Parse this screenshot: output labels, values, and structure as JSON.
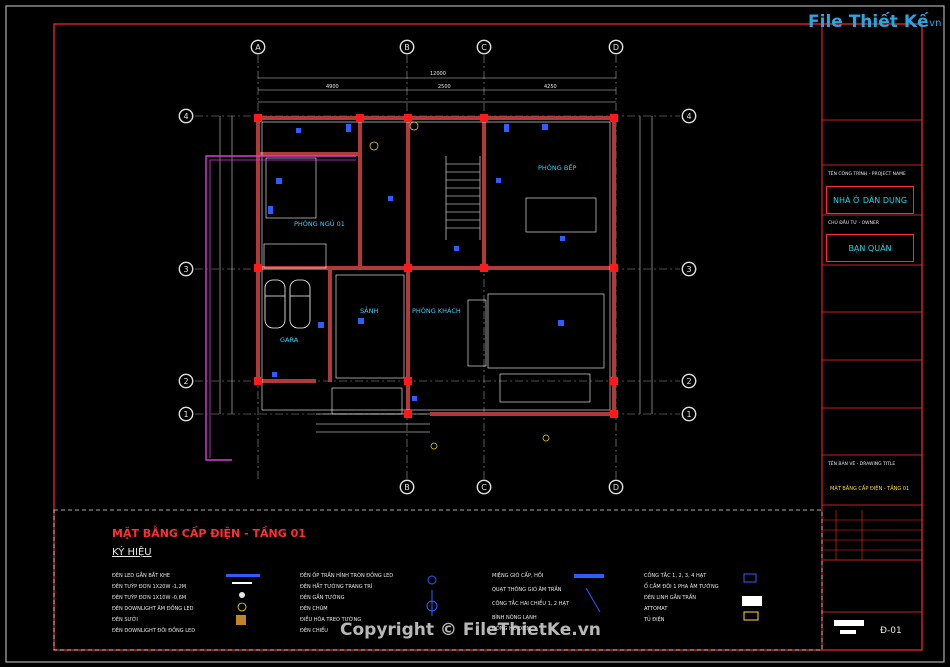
{
  "watermark": {
    "brand": "File Thiết Kế",
    "domain": ".vn"
  },
  "copyright": "Copyright © FileThietKe.vn",
  "drawing": {
    "title": "MẶT BẰNG CẤP ĐIỆN - TẦNG 01",
    "legend_heading": "KÝ HIỆU",
    "grid_letters": [
      "A",
      "B",
      "C",
      "D"
    ],
    "grid_numbers": [
      "4",
      "3",
      "2",
      "1"
    ],
    "rooms": {
      "bedroom": "PHÒNG NGỦ 01",
      "kitchen": "PHÒNG BẾP",
      "hall": "SẢNH",
      "living": "PHÒNG KHÁCH",
      "garage": "GARA"
    },
    "dims_top": [
      "12000",
      "4900",
      "2500",
      "4250"
    ],
    "legend_col1": [
      "ĐÈN LED GẮN BẮT KHE",
      "ĐÈN TUÝP ĐƠN 1X20W -1,2M",
      "ĐÈN TUÝP ĐƠN 1X10W -0,6M",
      "ĐÈN DOWNLIGHT ÂM ĐỒNG LED",
      "ĐÈN SƯỞI",
      "ĐÈN DOWNLIGHT ĐÔI ĐỒNG LED"
    ],
    "legend_col2": [
      "ĐÈN ỐP TRẦN HÌNH TRÒN ĐỒNG LED",
      "ĐÈN HẮT TƯỜNG TRANG TRÍ",
      "ĐÈN GẮN TƯỜNG",
      "ĐÈN CHÙM",
      "ĐIỀU HÒA TREO TƯỜNG",
      "ĐÈN CHIẾU"
    ],
    "legend_col3": [
      "MIỆNG GIÓ CẤP, HỒI",
      "QUẠT THÔNG GIÓ ÂM TRẦN",
      "CÔNG TẮC HAI CHIỀU 1, 2 HẠT",
      "BÌNH NÓNG LẠNH",
      "ĐỒNG HỒ ĐIỆN"
    ],
    "legend_col4": [
      "CÔNG TẮC 1, 2, 3, 4 HẠT",
      "Ổ CẮM ĐÔI 1 PHA ÂM TƯỜNG",
      "ĐÈN LINH GẮN TRẦN",
      "ATTOMAT",
      "TỦ ĐIỆN"
    ]
  },
  "title_block": {
    "project_label": "TÊN CÔNG TRÌNH - PROJECT NAME",
    "project_name": "NHÀ Ở DÂN DỤNG",
    "owner_label": "CHỦ ĐẦU TƯ - OWNER",
    "owner_name": "BẠN QUÂN",
    "drawing_label": "TÊN BẢN VẼ - DRAWING TITLE",
    "drawing_name": "MẶT BẰNG CẤP ĐIỆN - TẦNG 01",
    "sheet_number": "Đ-01"
  },
  "colors": {
    "frame": "#ff2a2a",
    "wall": "#b03a3a",
    "column": "#ff1a1a",
    "line": "#e6e6e6",
    "cyan": "#19d7e6",
    "blue": "#2f5cff",
    "magenta": "#d93bd9",
    "yellow": "#ffde2a"
  }
}
